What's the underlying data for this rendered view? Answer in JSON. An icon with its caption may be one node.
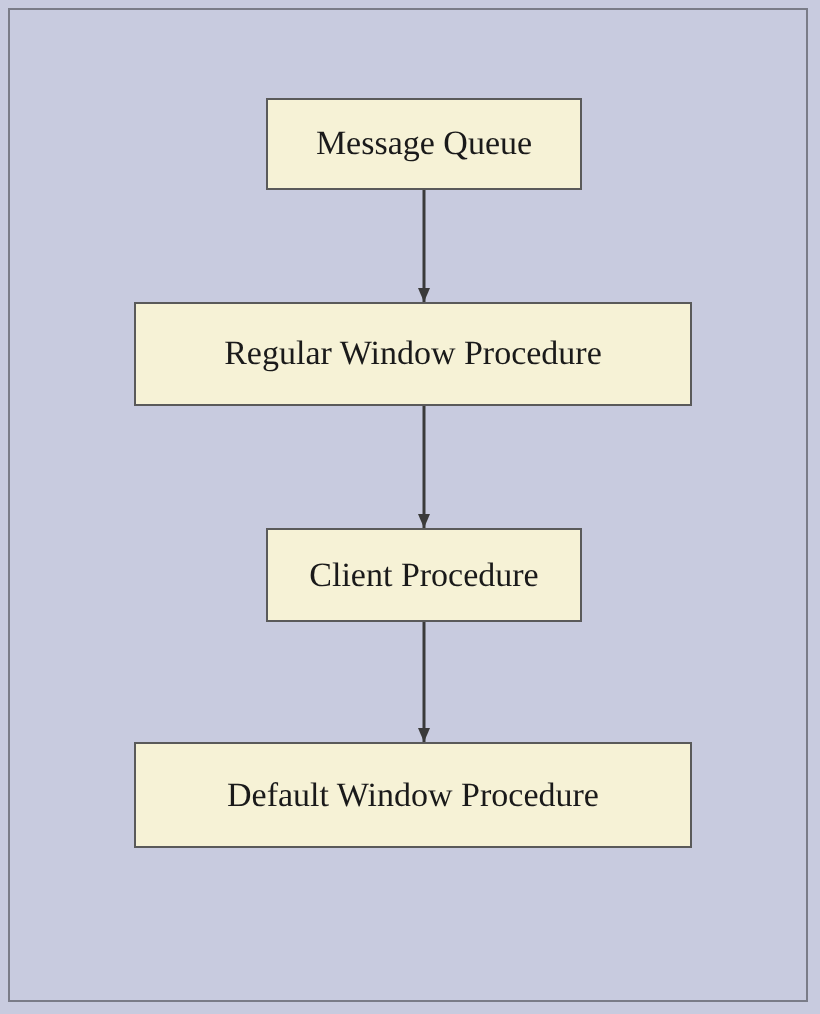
{
  "diagram": {
    "nodes": [
      {
        "text": [
          "Message Queue"
        ]
      },
      {
        "text": [
          "Regular Window Procedure"
        ]
      },
      {
        "text": [
          "Client Procedure"
        ]
      },
      {
        "text": [
          "Default Window Procedure"
        ]
      }
    ],
    "edges": [
      {
        "from": 0,
        "to": 1,
        "arrow": "to"
      },
      {
        "from": 1,
        "to": 2,
        "arrow": "to"
      },
      {
        "from": 2,
        "to": 3,
        "arrow": "to"
      }
    ]
  }
}
